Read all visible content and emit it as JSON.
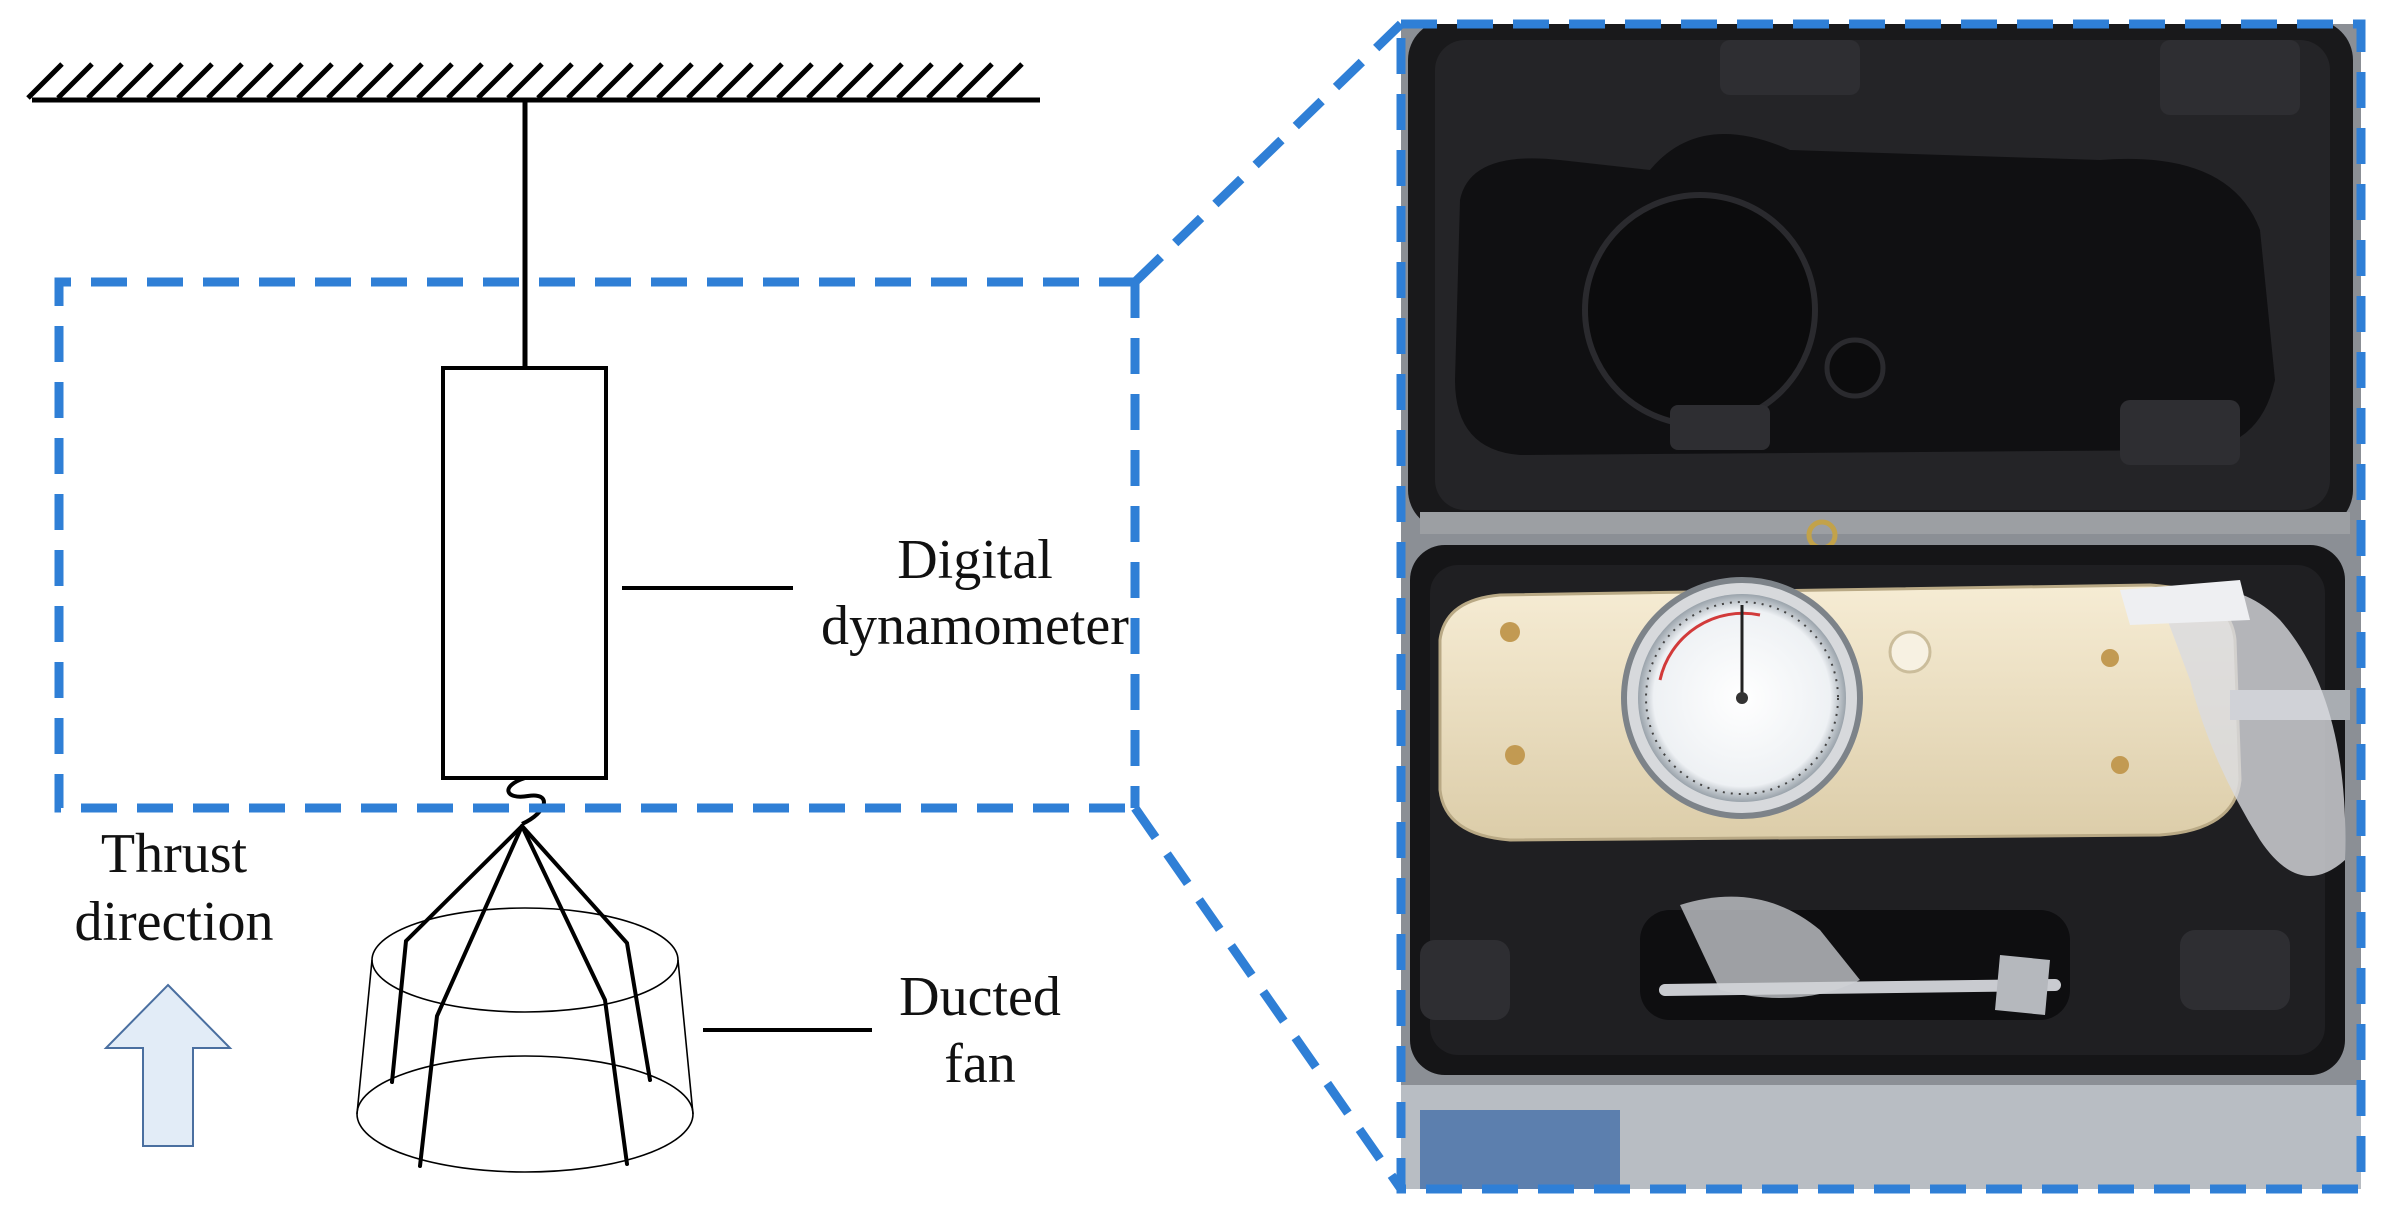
{
  "labels": {
    "dynamometer_line1": "Digital",
    "dynamometer_line2": "dynamometer",
    "thrust_line1": "Thrust",
    "thrust_line2": "direction",
    "fan_line1": "Ducted",
    "fan_line2": "fan"
  },
  "colors": {
    "highlight_dash": "#2f7fd6",
    "line": "#000000",
    "arrow_fill": "#e2ecf7",
    "arrow_stroke": "#4a6fa0",
    "case_dark": "#1c1c1e",
    "gauge_body": "#efe3c6"
  },
  "icons": {
    "thrust_arrow": "up-arrow-icon",
    "ceiling": "hatched-ceiling-icon"
  }
}
